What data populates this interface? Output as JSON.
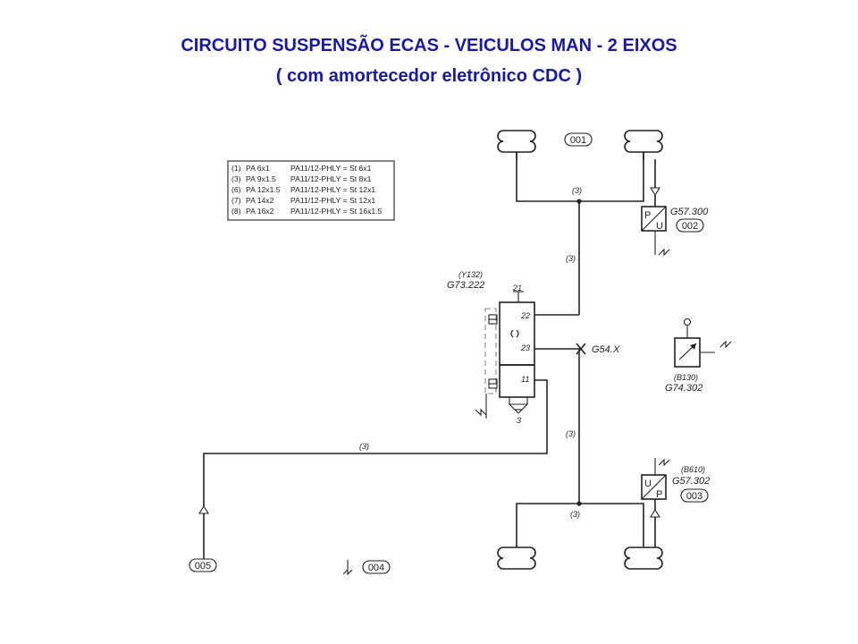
{
  "title_line1": "CIRCUITO SUSPENSÃO ECAS  - VEICULOS MAN - 2 EIXOS",
  "title_line2": "( com amortecedor eletrônico CDC )",
  "legend": [
    {
      "code": "(1)",
      "pa": "PA  6x1",
      "phly": "PA11/12-PHLY = St   6x1"
    },
    {
      "code": "(3)",
      "pa": "PA  9x1.5",
      "phly": "PA11/12-PHLY = St   8x1"
    },
    {
      "code": "(6)",
      "pa": "PA 12x1.5",
      "phly": "PA11/12-PHLY = St 12x1"
    },
    {
      "code": "(7)",
      "pa": "PA 14x2",
      "phly": "PA11/12-PHLY = St 12x1"
    },
    {
      "code": "(8)",
      "pa": "PA 16x2",
      "phly": "PA11/12-PHLY = St 16x1.5"
    }
  ],
  "components": {
    "c001": "001",
    "c002": "002",
    "c003": "003",
    "c004": "004",
    "c005": "005",
    "sensor_top_code": "G57.300",
    "sensor_bottom_code": "G57.302",
    "sensor_bottom_ref": "(B610)",
    "valve_ref": "(Y132)",
    "valve_code": "G73.222",
    "height_sensor_ref": "(B130)",
    "height_sensor_code": "G74.302",
    "test_port": "G54.X",
    "pu_p": "P",
    "pu_u": "U"
  },
  "valve_ports": {
    "p21": "21",
    "p22": "22",
    "p23": "23",
    "p11": "11",
    "p3": "3"
  },
  "pipe_label": "(3)"
}
